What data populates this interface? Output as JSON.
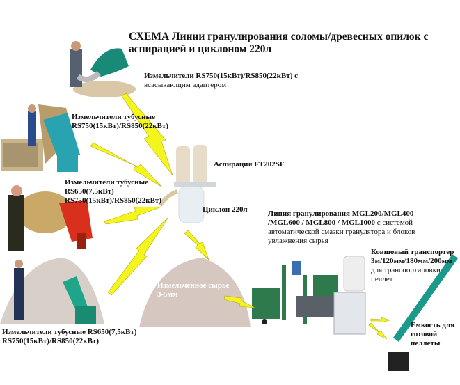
{
  "title": {
    "line1": "СХЕМА Линии гранулирования соломы/древесных опилок  с",
    "line2": "аспирацией и циклоном 220л"
  },
  "shredder_adapter": {
    "line1": "Измельчители RS750(15кВт)/RS850(22кВт) с",
    "line2": "всасывающим адаптером"
  },
  "shredder_tube_1": {
    "line1": "Измельчители тубусные",
    "line2": "RS750(15кВт)/RS850(22кВт)"
  },
  "shredder_tube_2": {
    "line1": "Измельчители тубусные",
    "line2": "RS650(7,5кВт)",
    "line3": "RS750(15кВт)/RS850(22кВт)"
  },
  "shredder_tube_3": {
    "line1": "Измельчители тубусные  RS650(7,5кВт)",
    "line2": "RS750(15кВт)/RS850(22кВт)"
  },
  "aspiration": {
    "label": "Аспирация FT202SF",
    "cyclone": "Циклон 220л"
  },
  "raw_material": {
    "line1": "Измельченное сырье",
    "line2": "3-5мм"
  },
  "line": {
    "line1": "Линия гранулирования  MGL200/MGL400",
    "line2a": "/MGL600 / MGL800 / MGL1000",
    "line2b": " с системой",
    "line3": "автоматической смазки гранулятора и блоков",
    "line4": "увлажнения сырья"
  },
  "conveyor": {
    "line1": "Ковшовый транспортер",
    "line2": "3м/120мм/180мм/200мм",
    "line3": "для транспортировки",
    "line4": "пеллет"
  },
  "container": {
    "line1": "Емкость для",
    "line2": "готовой",
    "line3": "пеллеты"
  },
  "colors": {
    "arrow": "#f5f51e",
    "green": "#2f7a4d",
    "teal": "#1a9a8a",
    "red": "#d8301c",
    "sawdust": "#d6c7c0"
  }
}
